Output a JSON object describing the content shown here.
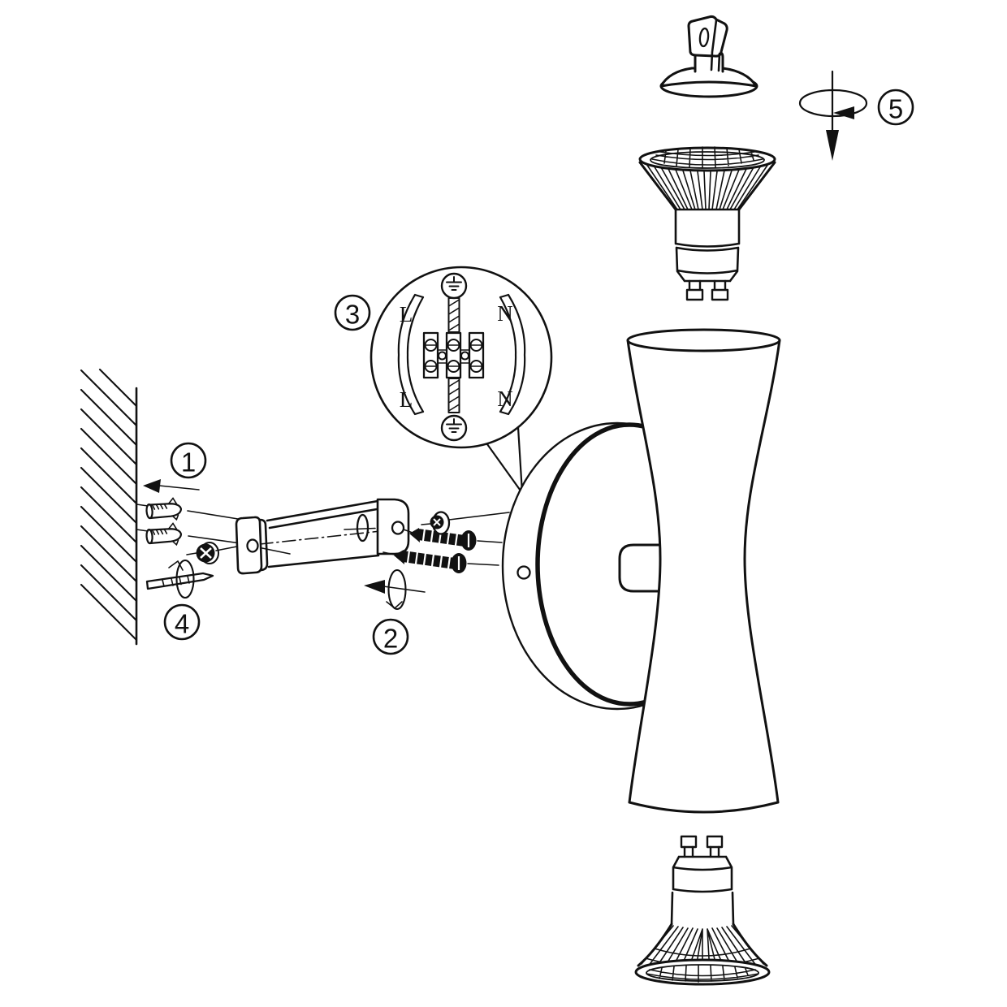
{
  "diagram": {
    "background": "#ffffff",
    "ink_color": "#111111",
    "steps": [
      {
        "number": "1"
      },
      {
        "number": "2"
      },
      {
        "number": "3"
      },
      {
        "number": "4"
      },
      {
        "number": "5"
      }
    ],
    "wiring": {
      "top_left": "L",
      "top_right": "N",
      "bottom_left": "L",
      "bottom_right": "N"
    },
    "parts": [
      "wall-section",
      "wall-plug-anchor",
      "wall-plug-anchor",
      "fixing-screw-head",
      "long-mounting-screw",
      "mounting-bracket-arm",
      "pan-head-screw",
      "pan-head-screw",
      "washer-screw",
      "terminal-block-detail",
      "wall-plate",
      "sconce-body",
      "gu10-bulb-top",
      "gu10-bulb-bottom",
      "decorative-finial"
    ]
  }
}
